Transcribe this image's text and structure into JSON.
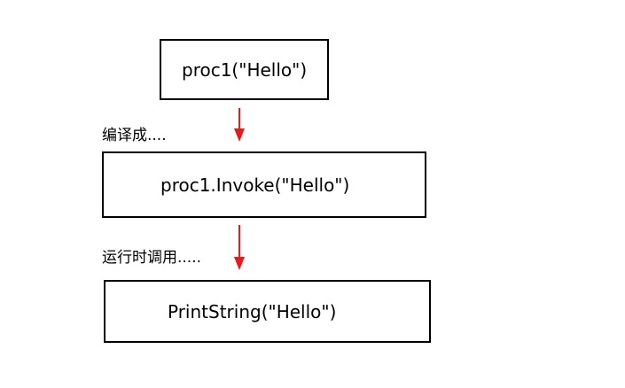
{
  "boxes": {
    "step1": "proc1(\"Hello\")",
    "step2": "proc1.Invoke(\"Hello\")",
    "step3": "PrintString(\"Hello\")"
  },
  "labels": {
    "compile": "编译成....",
    "runtime": "运行时调用....."
  },
  "colors": {
    "arrow": "#e8191d",
    "border": "#000000"
  }
}
